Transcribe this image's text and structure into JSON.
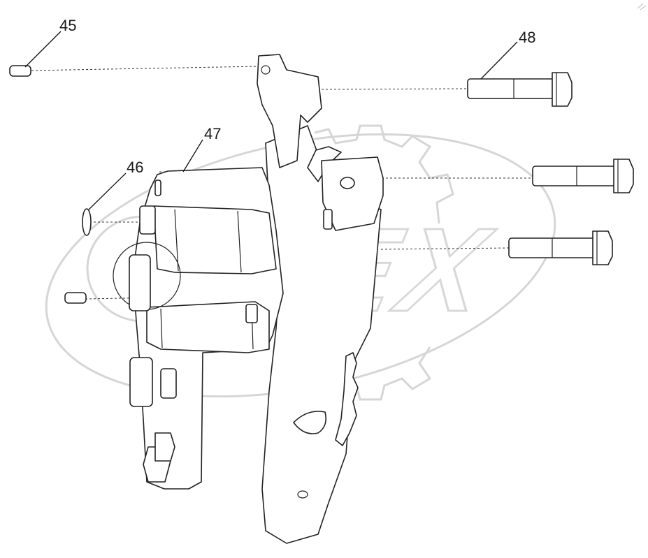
{
  "watermark": {
    "text": "OPEX",
    "color": "#d9d9d9"
  },
  "callouts": [
    {
      "id": "c45",
      "label": "45"
    },
    {
      "id": "c46",
      "label": "46"
    },
    {
      "id": "c47",
      "label": "47"
    },
    {
      "id": "c48",
      "label": "48"
    }
  ]
}
